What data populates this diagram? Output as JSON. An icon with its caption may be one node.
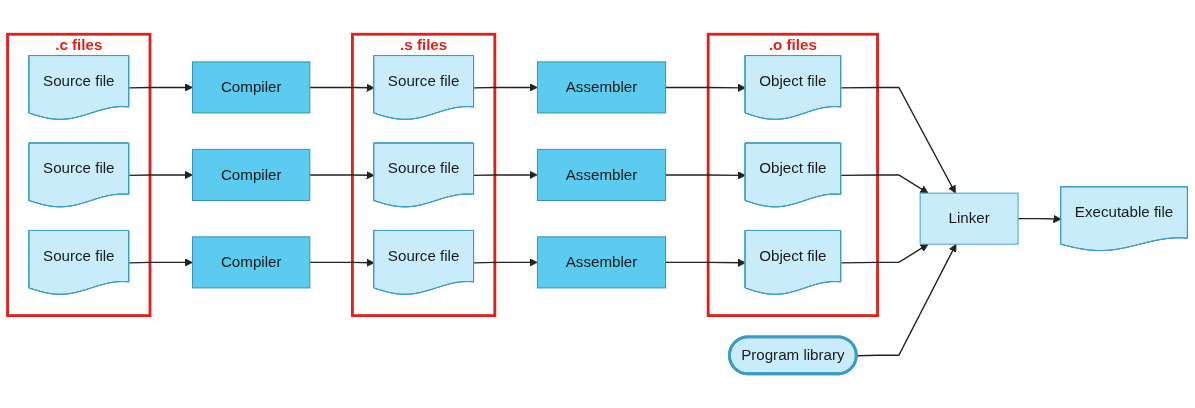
{
  "diagram": {
    "nodes": [
      {
        "text": [
          ".c files"
        ]
      },
      {
        "text": [
          "Source file"
        ],
        "in": 0
      },
      {
        "text": [
          "Source file"
        ],
        "in": 0
      },
      {
        "text": [
          "Source file"
        ],
        "in": 0
      },
      {
        "text": [
          "Compiler"
        ]
      },
      {
        "text": [
          "Compiler"
        ]
      },
      {
        "text": [
          "Compiler"
        ]
      },
      {
        "text": [
          ".s files"
        ]
      },
      {
        "text": [
          "Source file"
        ],
        "in": 7
      },
      {
        "text": [
          "Source file"
        ],
        "in": 7
      },
      {
        "text": [
          "Source file"
        ],
        "in": 7
      },
      {
        "text": [
          "Assembler"
        ]
      },
      {
        "text": [
          "Assembler"
        ]
      },
      {
        "text": [
          "Assembler"
        ]
      },
      {
        "text": [
          ".o files"
        ]
      },
      {
        "text": [
          "Object file"
        ],
        "in": 14
      },
      {
        "text": [
          "Object file"
        ],
        "in": 14
      },
      {
        "text": [
          "Object file"
        ],
        "in": 14
      },
      {
        "text": [
          "Linker"
        ]
      },
      {
        "text": [
          "Executable file"
        ]
      },
      {
        "text": [
          "Program library"
        ]
      }
    ],
    "edges": [
      {
        "from": 1,
        "to": 4,
        "arrow": "to"
      },
      {
        "from": 2,
        "to": 5,
        "arrow": "to"
      },
      {
        "from": 3,
        "to": 6,
        "arrow": "to"
      },
      {
        "from": 4,
        "to": 8,
        "arrow": "to"
      },
      {
        "from": 5,
        "to": 9,
        "arrow": "to"
      },
      {
        "from": 6,
        "to": 10,
        "arrow": "to"
      },
      {
        "from": 8,
        "to": 11,
        "arrow": "to"
      },
      {
        "from": 9,
        "to": 12,
        "arrow": "to"
      },
      {
        "from": 10,
        "to": 13,
        "arrow": "to"
      },
      {
        "from": 11,
        "to": 15,
        "arrow": "to"
      },
      {
        "from": 12,
        "to": 16,
        "arrow": "to"
      },
      {
        "from": 13,
        "to": 17,
        "arrow": "to"
      },
      {
        "from": 15,
        "to": 18,
        "arrow": "to"
      },
      {
        "from": 16,
        "to": 18,
        "arrow": "to"
      },
      {
        "from": 17,
        "to": 18,
        "arrow": "to"
      },
      {
        "from": 18,
        "to": 19,
        "arrow": "to"
      },
      {
        "from": 20,
        "to": 18,
        "arrow": "to"
      }
    ]
  }
}
